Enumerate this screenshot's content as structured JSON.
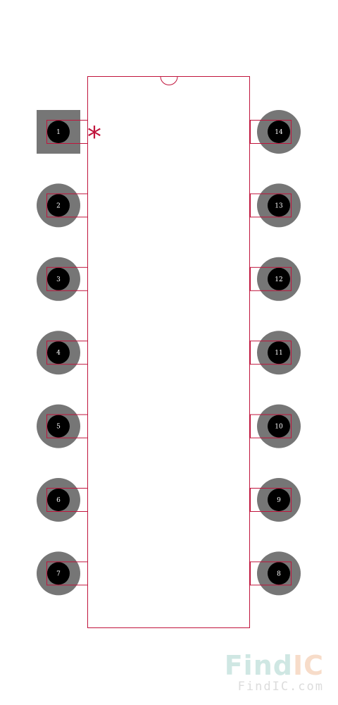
{
  "footprint": {
    "pin1_marker": "*",
    "left_pins": [
      "1",
      "2",
      "3",
      "4",
      "5",
      "6",
      "7"
    ],
    "right_pins": [
      "14",
      "13",
      "12",
      "11",
      "10",
      "9",
      "8"
    ]
  },
  "watermark": {
    "logo_part1": "Find",
    "logo_part2": "IC",
    "url": "FindIC.com"
  },
  "colors": {
    "outline": "#c0143c",
    "pad": "#767676",
    "drill": "#000000",
    "pin_text": "#ffffff",
    "watermark_part1": "#cfe7e3",
    "watermark_part2": "#f7dcc9",
    "watermark_url": "#dcdcdc"
  }
}
